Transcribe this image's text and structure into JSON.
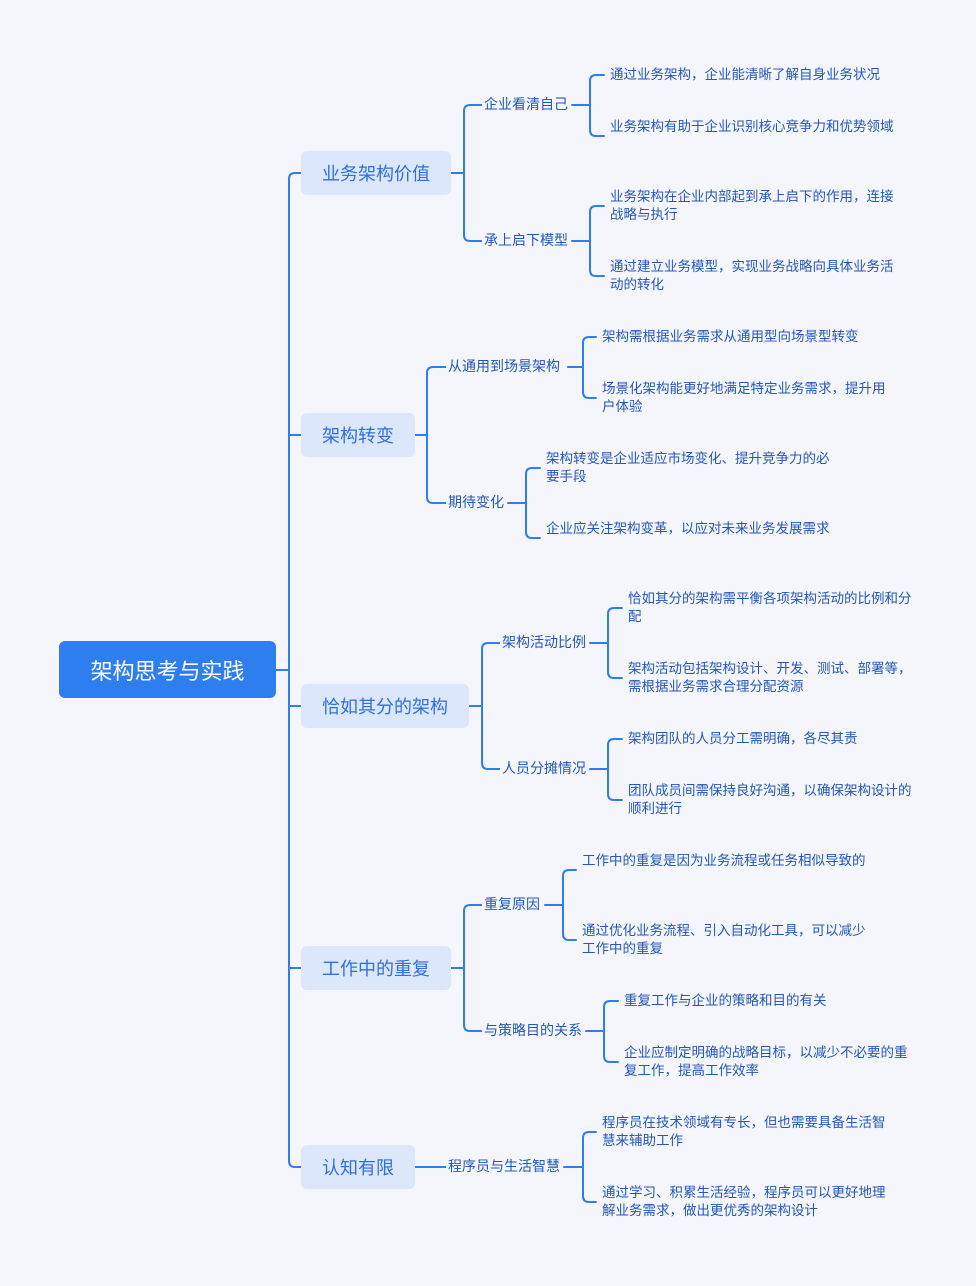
{
  "root": "架构思考与实践",
  "branches": [
    {
      "title": "业务架构价值",
      "subs": [
        {
          "title": "企业看清自己",
          "leaves": [
            "通过业务架构，企业能清晰了解自身业务状况",
            "业务架构有助于企业识别核心竞争力和优势领域"
          ]
        },
        {
          "title": "承上启下模型",
          "leaves": [
            "业务架构在企业内部起到承上启下的作用，连接战略与执行",
            "通过建立业务模型，实现业务战略向具体业务活动的转化"
          ]
        }
      ]
    },
    {
      "title": "架构转变",
      "subs": [
        {
          "title": "从通用到场景架构",
          "leaves": [
            "架构需根据业务需求从通用型向场景型转变",
            "场景化架构能更好地满足特定业务需求，提升用户体验"
          ]
        },
        {
          "title": "期待变化",
          "leaves": [
            "架构转变是企业适应市场变化、提升竞争力的必要手段",
            "企业应关注架构变革，以应对未来业务发展需求"
          ]
        }
      ]
    },
    {
      "title": "恰如其分的架构",
      "subs": [
        {
          "title": "架构活动比例",
          "leaves": [
            "恰如其分的架构需平衡各项架构活动的比例和分配",
            "架构活动包括架构设计、开发、测试、部署等，需根据业务需求合理分配资源"
          ]
        },
        {
          "title": "人员分摊情况",
          "leaves": [
            "架构团队的人员分工需明确，各尽其责",
            "团队成员间需保持良好沟通，以确保架构设计的顺利进行"
          ]
        }
      ]
    },
    {
      "title": "工作中的重复",
      "subs": [
        {
          "title": "重复原因",
          "leaves": [
            "工作中的重复是因为业务流程或任务相似导致的",
            "通过优化业务流程、引入自动化工具，可以减少工作中的重复"
          ]
        },
        {
          "title": "与策略目的关系",
          "leaves": [
            "重复工作与企业的策略和目的有关",
            "企业应制定明确的战略目标，以减少不必要的重复工作，提高工作效率"
          ]
        }
      ]
    },
    {
      "title": "认知有限",
      "subs": [
        {
          "title": "程序员与生活智慧",
          "leaves": [
            "程序员在技术领域有专长，但也需要具备生活智慧来辅助工作",
            "通过学习、积累生活经验，程序员可以更好地理解业务需求，做出更优秀的架构设计"
          ]
        }
      ]
    }
  ]
}
